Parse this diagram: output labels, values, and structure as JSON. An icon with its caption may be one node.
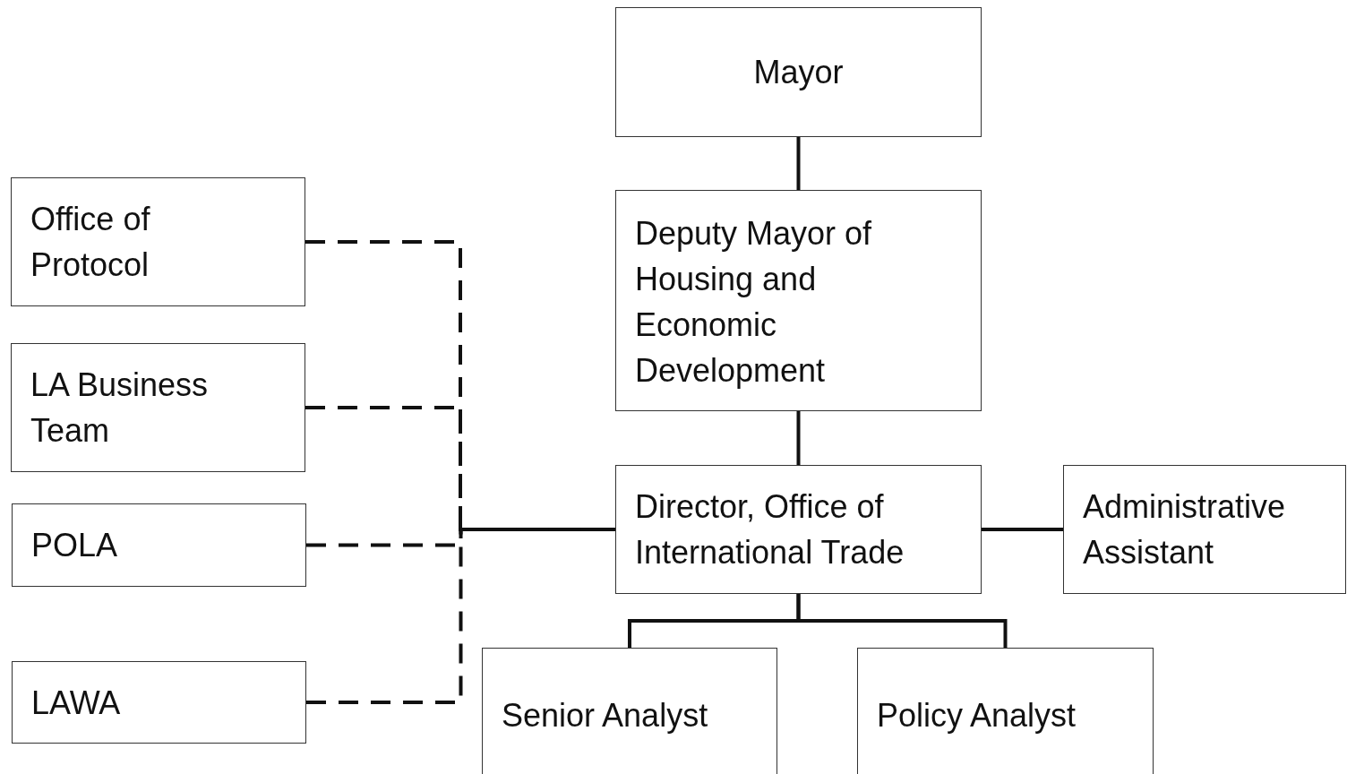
{
  "diagram": {
    "nodes": [
      {
        "text": [
          "Mayor"
        ]
      },
      {
        "text": [
          "Deputy Mayor of Housing and Economic Development"
        ]
      },
      {
        "text": [
          "Director, Office of International Trade"
        ]
      },
      {
        "text": [
          "Administrative Assistant"
        ]
      },
      {
        "text": [
          "Senior Analyst"
        ]
      },
      {
        "text": [
          "Policy Analyst"
        ]
      },
      {
        "text": [
          "Office of Protocol"
        ]
      },
      {
        "text": [
          "LA Business Team"
        ]
      },
      {
        "text": [
          "POLA"
        ]
      },
      {
        "text": [
          "LAWA"
        ]
      }
    ],
    "edges": [
      {
        "from": 0,
        "to": 1,
        "arrow": "none"
      },
      {
        "from": 1,
        "to": 2,
        "arrow": "none"
      },
      {
        "from": 2,
        "to": 3,
        "arrow": "none"
      },
      {
        "from": 2,
        "to": 4,
        "arrow": "none"
      },
      {
        "from": 2,
        "to": 5,
        "arrow": "none"
      },
      {
        "from": 6,
        "to": 2,
        "arrow": "none",
        "style": "dashed"
      },
      {
        "from": 7,
        "to": 2,
        "arrow": "none",
        "style": "dashed"
      },
      {
        "from": 8,
        "to": 2,
        "arrow": "none",
        "style": "dashed"
      },
      {
        "from": 9,
        "to": 2,
        "arrow": "none",
        "style": "dashed"
      }
    ]
  }
}
